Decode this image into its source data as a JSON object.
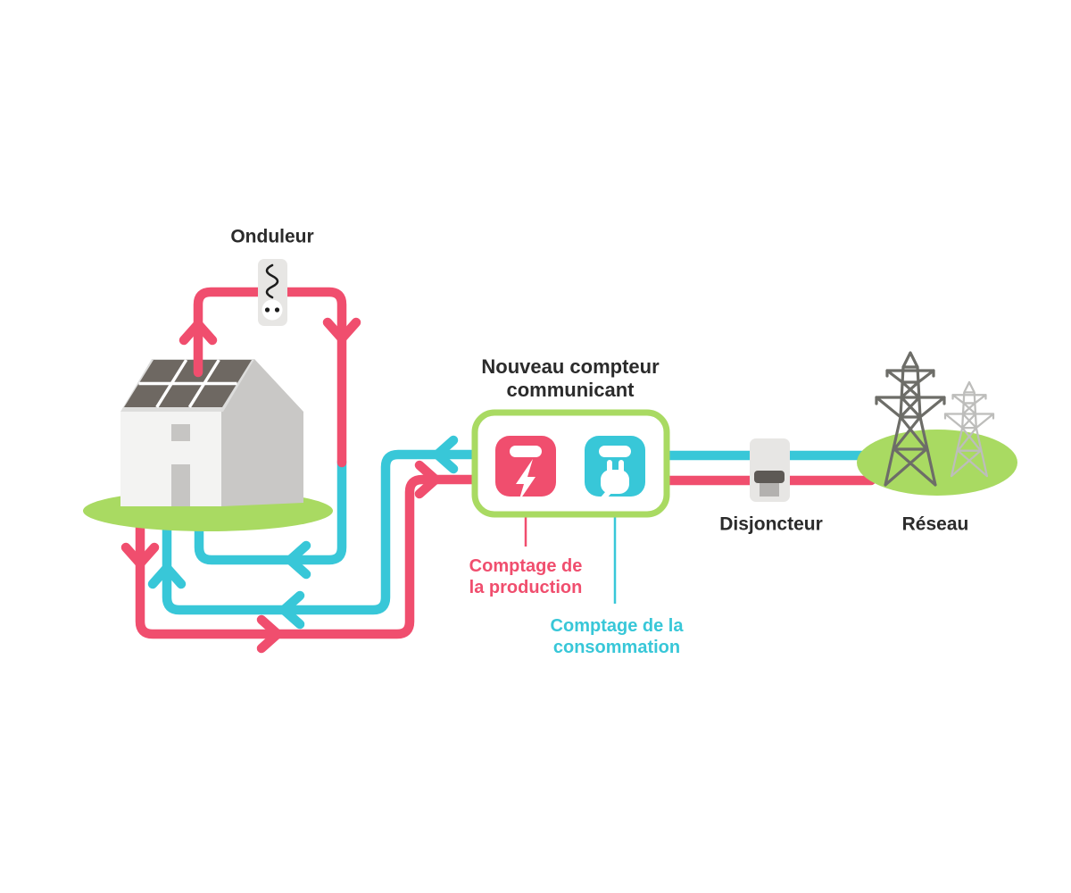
{
  "labels": {
    "onduleur": "Onduleur",
    "meter_title": "Nouveau compteur\ncommunicant",
    "disjoncteur": "Disjoncteur",
    "reseau": "Réseau",
    "production": "Comptage de\nla production",
    "consommation": "Comptage de la\nconsommation"
  },
  "colors": {
    "pink": "#f04e6e",
    "cyan": "#38c7d8",
    "green": "#a9da62",
    "dark_text": "#2b2b2b",
    "panel": "#6e6862",
    "house_front": "#f3f3f2",
    "house_side": "#c9c8c6",
    "roof": "#dddddc",
    "trim": "#c6c5c3",
    "device_body": "#e7e6e4",
    "breaker_bar": "#5d5955",
    "breaker_handle": "#b3b1af",
    "pylon_dark": "#6d6d68",
    "pylon_light": "#bdbdbb"
  },
  "icons": {
    "inverter": "inverter-socket-icon",
    "production_meter": "lightning-bolt-icon",
    "consumption_meter": "power-plug-icon",
    "breaker": "circuit-breaker-icon",
    "grid": "transmission-tower-icon"
  }
}
